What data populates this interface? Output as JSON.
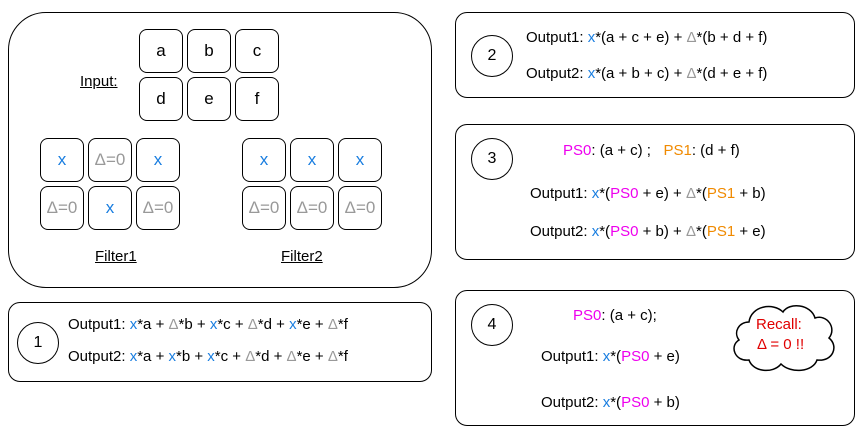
{
  "panel_top_left": {
    "input_label": "Input:",
    "input_cells": [
      "a",
      "b",
      "c",
      "d",
      "e",
      "f"
    ],
    "filter1_cells": [
      "x",
      "Δ=0",
      "x",
      "Δ=0",
      "x",
      "Δ=0"
    ],
    "filter2_cells": [
      "x",
      "x",
      "x",
      "Δ=0",
      "Δ=0",
      "Δ=0"
    ],
    "filter1_label": "Filter1",
    "filter2_label": "Filter2"
  },
  "step1": {
    "number": "1",
    "output1_label": "Output1: ",
    "output2_label": "Output2: "
  },
  "step2": {
    "number": "2",
    "output1_label": "Output1: ",
    "output1_mid": "*(a + c + e) + ",
    "output1_end": "*(b + d + f)",
    "output2_label": "Output2: ",
    "output2_mid": "*(a + b + c) + ",
    "output2_end": "*(d + e + f)"
  },
  "step3": {
    "number": "3",
    "ps0_name": "PS0",
    "ps0_def": ": (a + c) ;",
    "ps1_name": "PS1",
    "ps1_def": ": (d + f)",
    "output1_label": "Output1: ",
    "output2_label": "Output2: "
  },
  "step4": {
    "number": "4",
    "ps0_name": "PS0",
    "ps0_def": ": (a + c);",
    "output1_label": "Output1: ",
    "output2_label": "Output2: ",
    "recall_line1": "Recall:",
    "recall_line2": "Δ = 0 !!"
  },
  "symbols": {
    "x": "x",
    "delta": "Δ"
  },
  "colors": {
    "x": "#1a7ee0",
    "delta": "#999999",
    "ps0": "#ee00ee",
    "ps1": "#f08a00",
    "recall": "#e00000"
  }
}
